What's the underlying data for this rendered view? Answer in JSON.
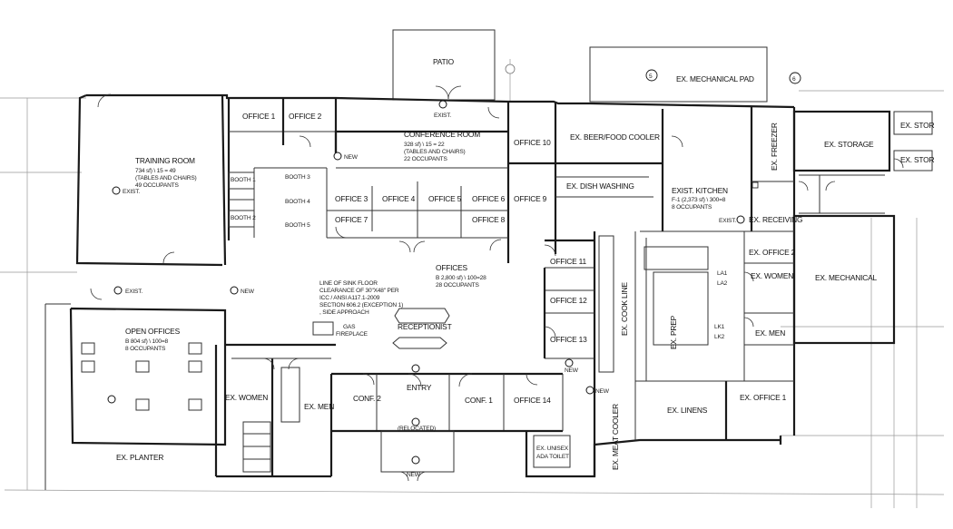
{
  "rooms": {
    "patio": "PATIO",
    "mech_pad": "EX. MECHANICAL PAD",
    "grid_5": "5",
    "grid_6": "6",
    "ex_stor_1": "EX. STOR",
    "ex_stor_2": "EX. STOR",
    "ex_storage": "EX. STORAGE",
    "office_1": "OFFICE 1",
    "office_2": "OFFICE 2",
    "conference": "CONFERENCE ROOM",
    "office_10": "OFFICE 10",
    "beer_cooler": "EX. BEER/FOOD COOLER",
    "freezer": "EX. FREEZER",
    "training": "TRAINING ROOM",
    "booth_1": "BOOTH 1",
    "booth_2": "BOOTH 2",
    "booth_3": "BOOTH 3",
    "booth_4": "BOOTH 4",
    "booth_5": "BOOTH 5",
    "office_3": "OFFICE 3",
    "office_4": "OFFICE 4",
    "office_5": "OFFICE 5",
    "office_6": "OFFICE 6",
    "office_7": "OFFICE 7",
    "office_8": "OFFICE 8",
    "office_9": "OFFICE 9",
    "dish": "EX. DISH WASHING",
    "kitchen": "EXIST. KITCHEN",
    "receiving": "EX. RECEIVING",
    "mechanical": "EX. MECHANICAL",
    "ex_office_2": "EX. OFFICE 2",
    "ex_women_k": "EX. WOMEN",
    "ex_men_k": "EX. MEN",
    "offices": "OFFICES",
    "office_11": "OFFICE 11",
    "office_12": "OFFICE 12",
    "office_13": "OFFICE 13",
    "cook_line": "EX. COOK LINE",
    "prep": "EX. PREP",
    "open_offices": "OPEN OFFICES",
    "receptionist": "RECEPTIONIST",
    "gas_fireplace": "GAS FIREPLACE",
    "ex_women": "EX. WOMEN",
    "ex_men": "EX. MEN",
    "conf_2": "CONF. 2",
    "entry": "ENTRY",
    "conf_1": "CONF. 1",
    "office_14": "OFFICE 14",
    "meat_cooler": "EX. MEAT COOLER",
    "ex_linens": "EX. LINENS",
    "ex_office_1": "EX. OFFICE 1",
    "unisex_toilet_1": "EX. UNISEX",
    "unisex_toilet_2": "ADA TOILET",
    "planter": "EX. PLANTER"
  },
  "occupancy": {
    "conference_1": "328 sf) \\ 15 = 22",
    "conference_2": "(TABLES AND CHAIRS)",
    "conference_3": "22 OCCUPANTS",
    "training_1": "734 sf) \\ 15 = 49",
    "training_2": "(TABLES AND CHAIRS)",
    "training_3": "49 OCCUPANTS",
    "kitchen_1": "F-1 (2,373 sf) \\ 300=8",
    "kitchen_2": "8 OCCUPANTS",
    "offices_1": "B 2,800 sf) \\ 100=28",
    "offices_2": "28 OCCUPANTS",
    "open_1": "B 804 sf) \\ 100=8",
    "open_2": "8 OCCUPANTS"
  },
  "notes": {
    "sink_1": "LINE OF SINK FLOOR",
    "sink_2": "CLEARANCE OF 30\"X48\" PER",
    "sink_3": "ICC / ANSI A117.1-2009",
    "sink_4": "SECTION 606.2 (EXCEPTION 1)",
    "sink_5": ", SIDE APPROACH",
    "gas": "GAS",
    "fireplace": "FIREPLACE",
    "relocated": "(RELOCATED)",
    "la1": "LA1",
    "la2": "LA2",
    "lk1": "LK1",
    "lk2": "LK2"
  },
  "exits": {
    "exist": "EXIST.",
    "new": "NEW"
  }
}
